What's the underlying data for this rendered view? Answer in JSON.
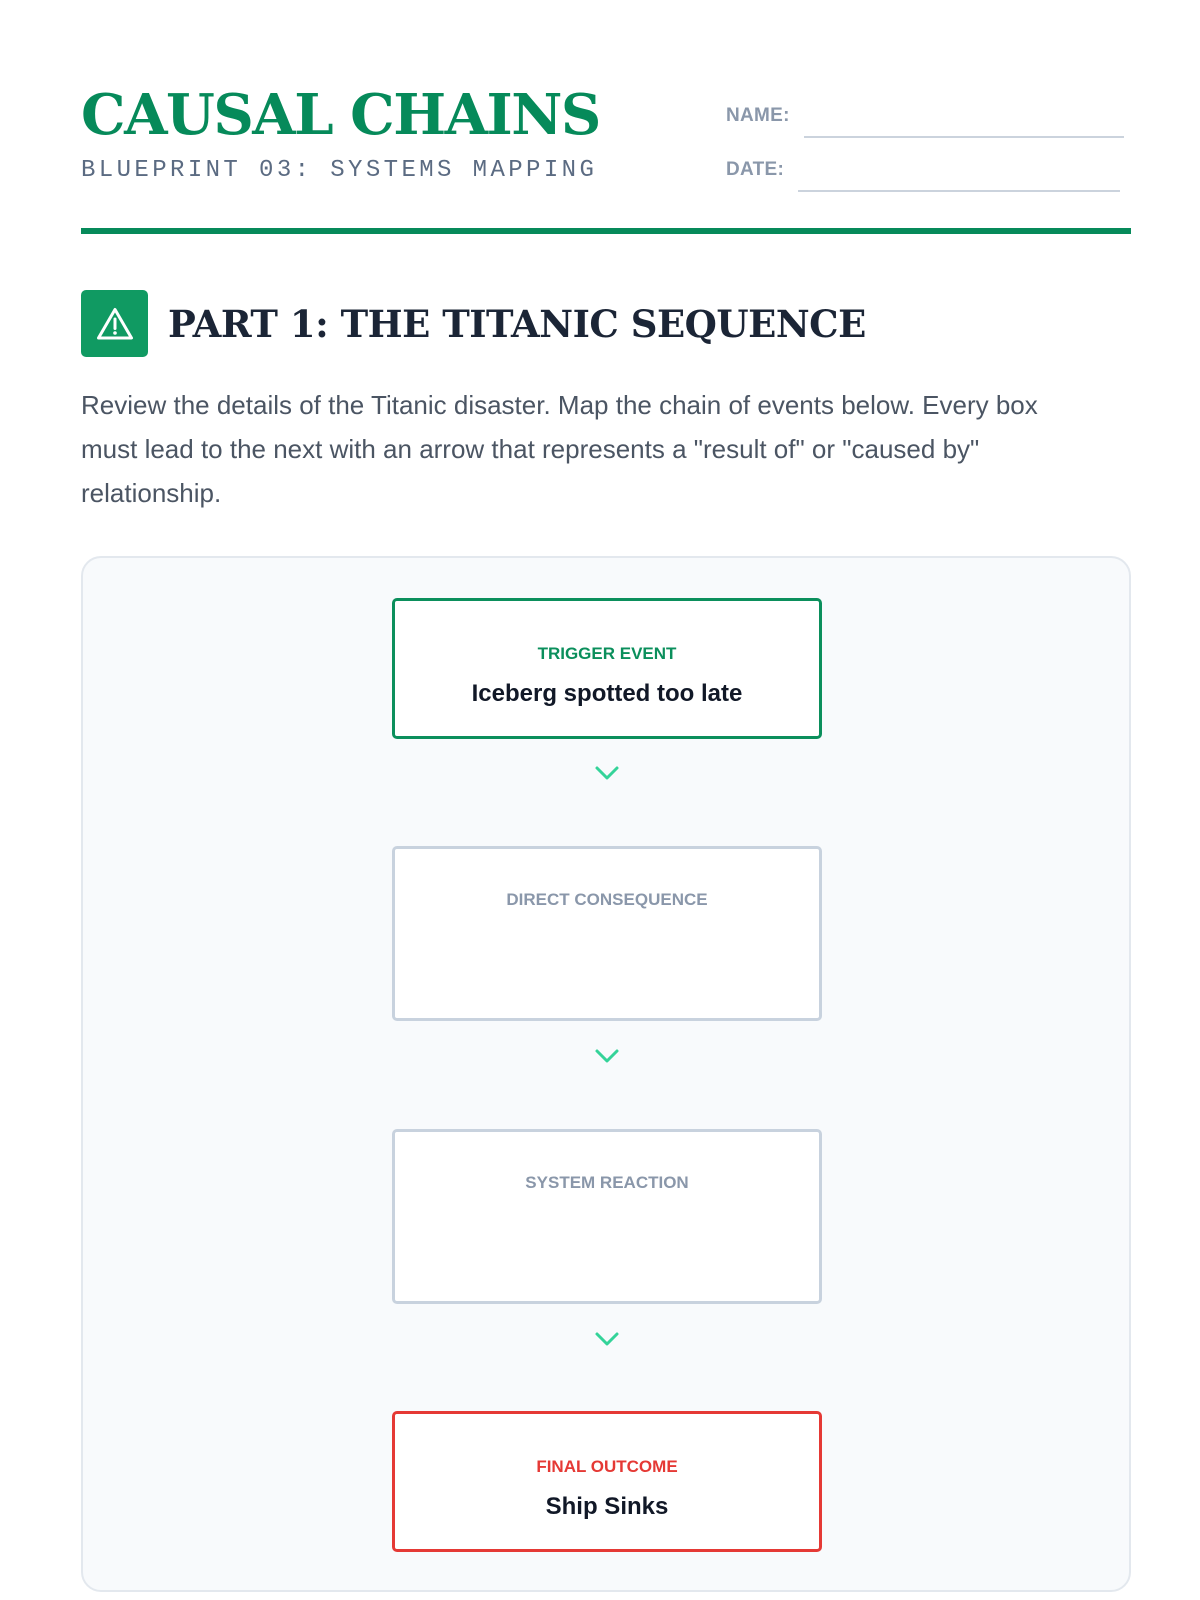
{
  "header": {
    "title": "CAUSAL CHAINS",
    "subtitle": "BLUEPRINT 03: SYSTEMS MAPPING",
    "name_label": "NAME:",
    "date_label": "DATE:"
  },
  "section": {
    "icon": "warning-triangle-icon",
    "title": "PART 1: THE TITANIC SEQUENCE",
    "intro": "Review the details of the Titanic disaster. Map the chain of events below. Every box must lead to the next with an arrow that represents a \"result of\" or \"caused by\" relationship."
  },
  "flow": {
    "boxes": [
      {
        "label": "TRIGGER EVENT",
        "text": "Iceberg spotted too late"
      },
      {
        "label": "DIRECT CONSEQUENCE",
        "text": ""
      },
      {
        "label": "SYSTEM REACTION",
        "text": ""
      },
      {
        "label": "FINAL OUTCOME",
        "text": "Ship Sinks"
      }
    ],
    "connector_icon": "chevron-down-icon"
  },
  "colors": {
    "brand_green": "#068a5a",
    "badge_green": "#109a62",
    "arrow_green": "#34d399",
    "outcome_red": "#e53935",
    "neutral_border": "#c8d2de"
  }
}
